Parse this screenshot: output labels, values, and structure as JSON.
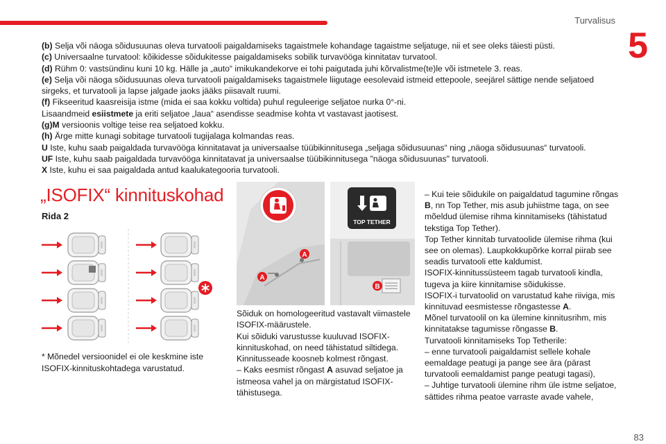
{
  "header": {
    "section_title": "Turvalisus",
    "chapter_number": "5",
    "page_number": "83"
  },
  "intro": [
    {
      "key": "(b)",
      "text": " Selja või näoga sõidusuunas oleva turvatooli paigaldamiseks tagaistmele kohandage tagaistme seljatuge, nii et see oleks täiesti püsti."
    },
    {
      "key": "(c)",
      "text": " Universaalne turvatool: kõikidesse sõidukitesse paigaldamiseks sobilik turvavööga kinnitatav turvatool."
    },
    {
      "key": "(d)",
      "text": " Rühm 0: vastsündinu kuni 10 kg. Hälle ja „auto“ imikukandekorve ei tohi paigutada juhi kõrvalistme(te)le või istmetele 3. reas."
    },
    {
      "key": "(e)",
      "text": " Selja või näoga sõidusuunas oleva turvatooli paigaldamiseks tagaistmele liigutage eesolevaid istmeid ettepoole, seejärel sättige nende seljatoed sirgeks, et turvatooli ja lapse jalgade jaoks jääks piisavalt ruumi."
    },
    {
      "key": "(f)",
      "text": " Fikseeritud kaasreisija istme (mida ei saa kokku voltida) puhul reguleerige seljatoe nurka 0°-ni."
    },
    {
      "key": "",
      "text": "Lisaandmeid ",
      "bold": "esiistmete",
      "text2": " ja eriti seljatoe „laua“ asendisse seadmise kohta vt vastavast jaotisest."
    },
    {
      "key": "(g)M",
      "text": " versioonis voltige teise rea seljatoed kokku."
    },
    {
      "key": "(h)",
      "text": " Ärge mitte kunagi sobitage turvatooli tugijalaga kolmandas reas."
    },
    {
      "key": "U",
      "text": " Iste, kuhu saab paigaldada turvavööga kinnitatavat ja universaalse tüübikinnitusega „seljaga sõidusuunas“ ning „näoga sõidusuunas“ turvatooli."
    },
    {
      "key": "UF",
      "text": " Iste, kuhu saab paigaldada turvavööga kinnitatavat ja universaalse tüübikinnitusega \"näoga sõidusuunas\" turvatooli."
    },
    {
      "key": "X",
      "text": " Iste, kuhu ei saa paigaldada antud kaalukategooria turvatooli."
    }
  ],
  "isofix": {
    "title": "„ISOFIX“ kinnituskohad",
    "row_label": "Rida 2",
    "footnote": "* Mõnedel versioonidel ei ole keskmine iste ISOFIX-kinnituskohtadega varustatud.",
    "tag_label": "TOP TETHER",
    "marker_a": "A",
    "marker_b": "B"
  },
  "middle": [
    "Sõiduk on homologeeritud vastavalt viimastele ISOFIX-määrustele.",
    "Kui sõiduki varustusse kuuluvad ISOFIX-kinnituskohad, on need tähistatud siltidega.",
    "Kinnitusseade koosneb kolmest rõngast.",
    {
      "pre": "–  Kaks eesmist rõngast ",
      "bold": "A",
      "post": " asuvad seljatoe ja istmeosa vahel ja on märgistatud ISOFIX-tähistusega."
    }
  ],
  "right": [
    {
      "pre": "–  Kui teie sõidukile on paigaldatud tagumine rõngas ",
      "bold": "B",
      "post": ", nn Top Tether, mis asub juhiistme taga, on see mõeldud ülemise rihma kinnitamiseks (tähistatud tekstiga Top Tether)."
    },
    {
      "pre": "Top Tether kinnitab turvatoolide ülemise rihma (kui see on olemas). Laupkokkupõrke korral piirab see seadis turvatooli ette kaldumist.",
      "bold": "",
      "post": ""
    },
    {
      "pre": "ISOFIX-kinnitussüsteem tagab turvatooli kindla, tugeva ja kiire kinnitamise sõidukisse.",
      "bold": "",
      "post": ""
    },
    {
      "pre": "ISOFIX-i turvatoolid on varustatud kahe riiviga, mis kinnituvad eesmistesse rõngastesse ",
      "bold": "A",
      "post": "."
    },
    {
      "pre": "Mõnel turvatoolil on ka ülemine kinnitusrihm, mis kinnitatakse tagumisse rõngasse ",
      "bold": "B",
      "post": "."
    },
    {
      "pre": "Turvatooli kinnitamiseks Top Tetherile:",
      "bold": "",
      "post": ""
    },
    {
      "pre": "–  enne turvatooli paigaldamist sellele kohale eemaldage peatugi ja pange see ära (pärast turvatooli eemaldamist pange peatugi tagasi),",
      "bold": "",
      "post": ""
    },
    {
      "pre": "–  Juhtige turvatooli ülemine rihm üle istme seljatoe, sättides rihma peatoe varraste avade vahele,",
      "bold": "",
      "post": ""
    }
  ],
  "colors": {
    "accent": "#e31d23",
    "dark_tag": "#2a2a2a"
  },
  "icons": [
    "isofix-symbol-icon",
    "top-tether-icon",
    "arrow-icon",
    "asterisk-icon"
  ]
}
